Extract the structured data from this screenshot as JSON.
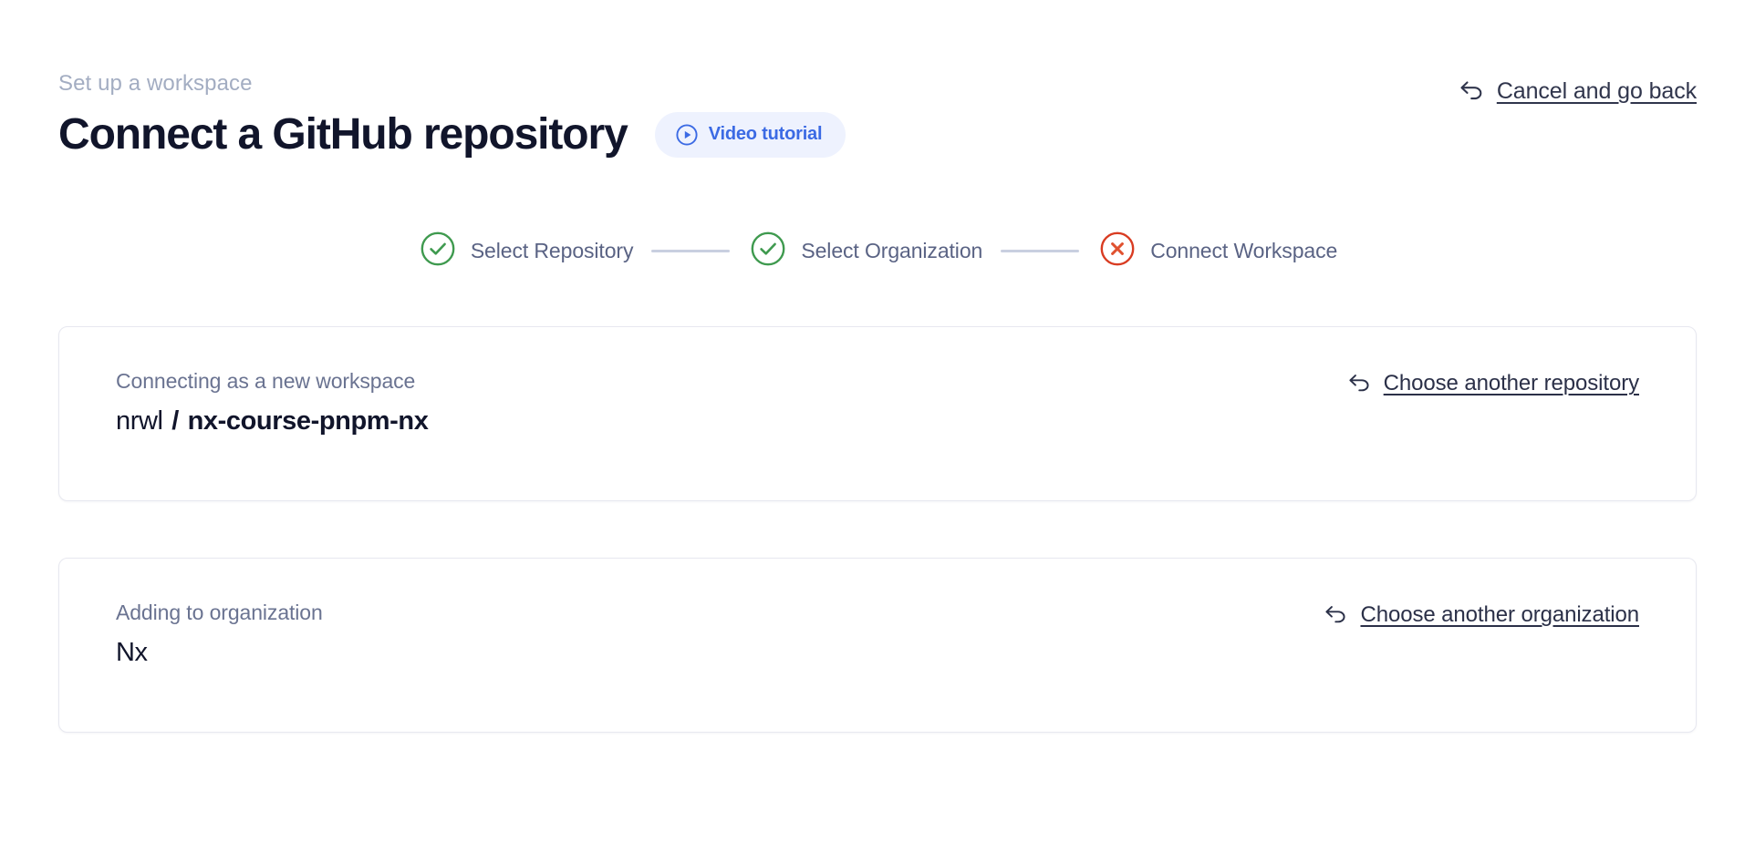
{
  "header": {
    "eyebrow": "Set up a workspace",
    "title": "Connect a GitHub repository",
    "video_tutorial_label": "Video tutorial",
    "cancel_label": "Cancel and go back"
  },
  "stepper": {
    "steps": [
      {
        "label": "Select Repository",
        "state": "complete",
        "icon": "check-circle-icon"
      },
      {
        "label": "Select Organization",
        "state": "complete",
        "icon": "check-circle-icon"
      },
      {
        "label": "Connect Workspace",
        "state": "error",
        "icon": "x-circle-icon"
      }
    ]
  },
  "cards": [
    {
      "kicker": "Connecting as a new workspace",
      "owner": "nrwl",
      "separator": "/",
      "repo": "nx-course-pnpm-nx",
      "action_label": "Choose another repository"
    },
    {
      "kicker": "Adding to organization",
      "value": "Nx",
      "action_label": "Choose another organization"
    }
  ],
  "colors": {
    "accent_blue": "#3b6ae4",
    "accent_blue_bg": "#eef2fe",
    "success_green": "#3f9a4f",
    "error_red": "#d93c22",
    "muted_text": "#a3adc2",
    "step_text": "#5a6384",
    "connector": "#c9cfe0",
    "card_border": "#e7e8f0",
    "title_text": "#11152b"
  }
}
